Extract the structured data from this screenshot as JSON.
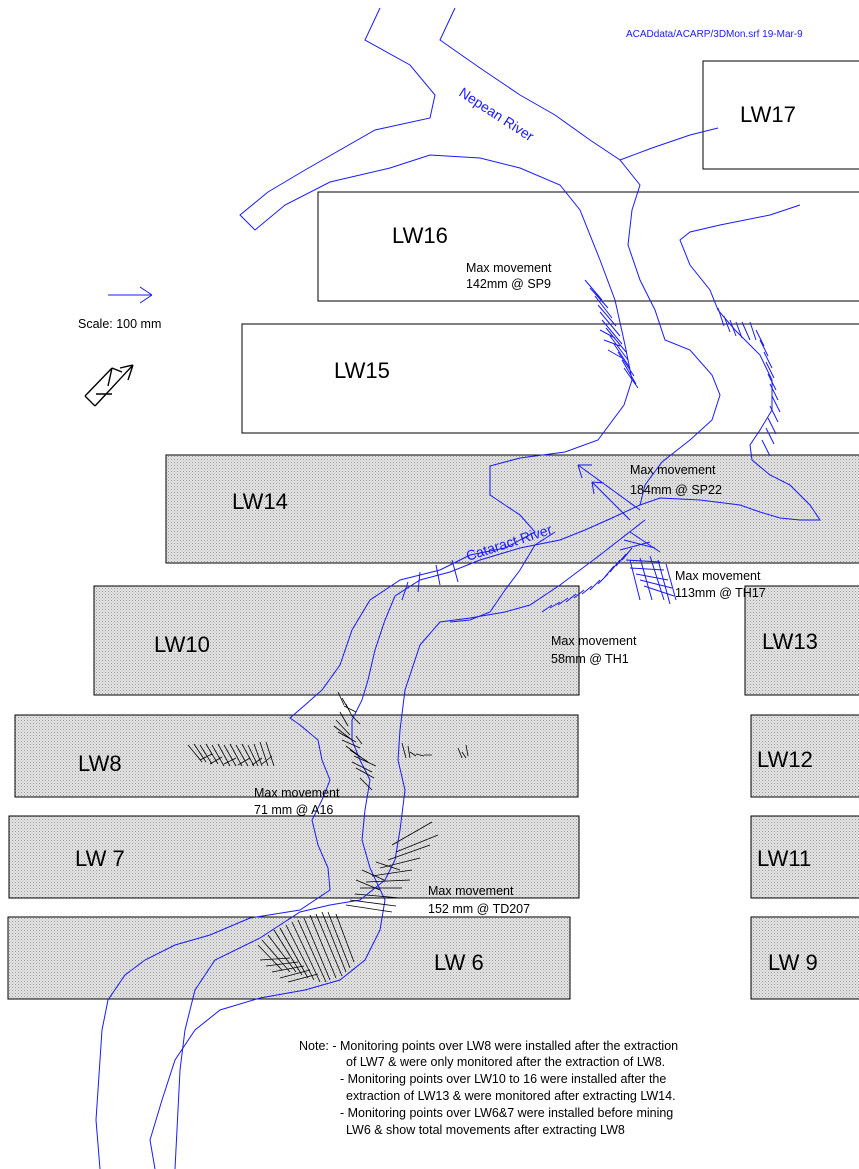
{
  "header": {
    "source": "ACADdata/ACARP/3DMon.srf  19-Mar-9"
  },
  "scale": {
    "label": "Scale:  100 mm"
  },
  "panels": [
    {
      "id": "LW17",
      "label": "LW17",
      "shaded": false
    },
    {
      "id": "LW16",
      "label": "LW16",
      "shaded": false
    },
    {
      "id": "LW15",
      "label": "LW15",
      "shaded": false
    },
    {
      "id": "LW14",
      "label": "LW14",
      "shaded": true
    },
    {
      "id": "LW10",
      "label": "LW10",
      "shaded": true
    },
    {
      "id": "LW13",
      "label": "LW13",
      "shaded": true
    },
    {
      "id": "LW8",
      "label": "LW8",
      "shaded": true
    },
    {
      "id": "LW12",
      "label": "LW12",
      "shaded": true
    },
    {
      "id": "LW7",
      "label": "LW 7",
      "shaded": true
    },
    {
      "id": "LW11",
      "label": "LW11",
      "shaded": true
    },
    {
      "id": "LW6",
      "label": "LW 6",
      "shaded": true
    },
    {
      "id": "LW9",
      "label": "LW 9",
      "shaded": true
    }
  ],
  "rivers": [
    {
      "id": "nepean",
      "label": "Nepean River"
    },
    {
      "id": "cataract",
      "label": "Cataract River"
    }
  ],
  "annotations": [
    {
      "id": "sp9",
      "line1": "Max movement",
      "line2": "142mm @ SP9"
    },
    {
      "id": "sp22",
      "line1": "Max movement",
      "line2": "184mm @ SP22"
    },
    {
      "id": "th17",
      "line1": "Max movement",
      "line2": "113mm @ TH17"
    },
    {
      "id": "th1",
      "line1": "Max movement",
      "line2": "58mm @ TH1"
    },
    {
      "id": "a16",
      "line1": "Max movement",
      "line2": "71 mm @  A16"
    },
    {
      "id": "td207",
      "line1": "Max movement",
      "line2": "152 mm @ TD207"
    }
  ],
  "note": {
    "lines": [
      "Note: - Monitoring points over LW8 were installed after the extraction",
      "of LW7 & were only monitored after the extraction of LW8.",
      "- Monitoring points over LW10 to 16 were installed after the",
      "extraction of LW13 & were monitored after extracting LW14.",
      "- Monitoring points over LW6&7 were installed before mining",
      "LW6 & show total movements after extracting LW8"
    ]
  },
  "colors": {
    "river": "#1a1aff",
    "vectors": "#000000",
    "panel_shade": "#d6d6d6"
  },
  "icons": {
    "north_arrow": "north-arrow-icon"
  }
}
